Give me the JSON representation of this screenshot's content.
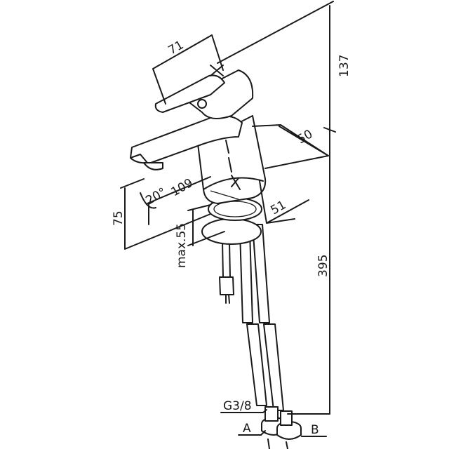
{
  "title": "Basin mixer dimension drawing",
  "dimensions": {
    "handle_length": "71",
    "top_height": "137",
    "body_depth": "50",
    "spout_angle": "20°",
    "spout_reach": "109",
    "spout_height": "75",
    "max_deck_thickness": "max.55",
    "base_diameter": "51",
    "hose_length": "395"
  },
  "connections": {
    "thread": "G3/8",
    "inlet_a": "A",
    "inlet_b": "B"
  },
  "colors": {
    "line": "#1a1a1a",
    "background": "#ffffff"
  }
}
